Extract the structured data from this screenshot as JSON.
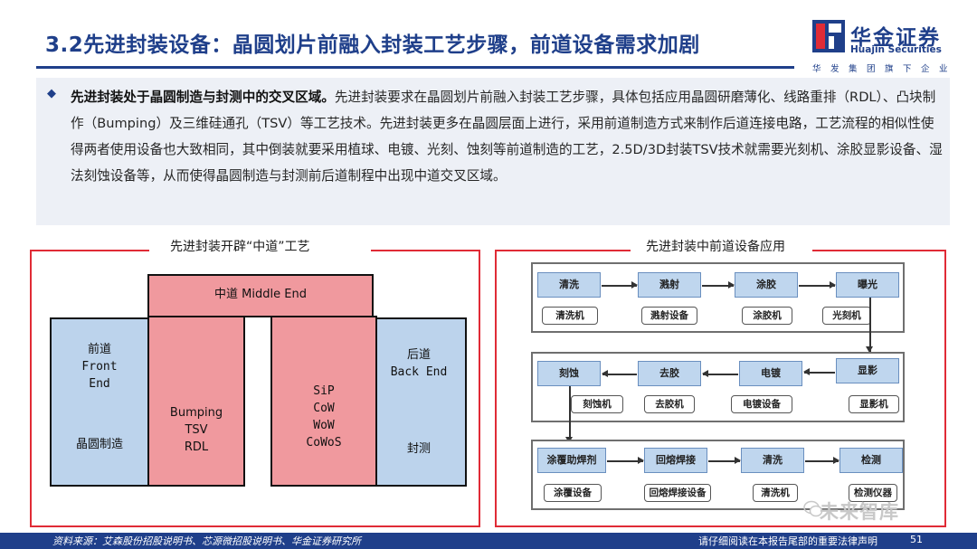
{
  "header": {
    "title": "3.2先进封装设备：晶圆划片前融入封装工艺步骤，前道设备需求加剧",
    "logo_cn": "华金证券",
    "logo_en": "Huajin Securities",
    "logo_sub": "华发集团旗下企业",
    "brand_color": "#1f3f8a",
    "logo_red": "#e02b36"
  },
  "summary": {
    "lead": "先进封装处于晶圆制造与封测中的交叉区域。",
    "body": "先进封装要求在晶圆划片前融入封装工艺步骤，具体包括应用晶圆研磨薄化、线路重排（RDL）、凸块制作（Bumping）及三维硅通孔（TSV）等工艺技术。先进封装更多在晶圆层面上进行，采用前道制造方式来制作后道连接电路，工艺流程的相似性使得两者使用设备也大致相同，其中倒装就要采用植球、电镀、光刻、蚀刻等前道制造的工艺，2.5D/3D封装TSV技术就需要光刻机、涂胶显影设备、湿法刻蚀设备等，从而使得晶圆制造与封测前后道制程中出现中道交叉区域。"
  },
  "left_panel": {
    "title": "先进封装开辟“中道”工艺",
    "middle_top": "中道 Middle End",
    "front_cn": "前道",
    "front_en_1": "Front",
    "front_en_2": "End",
    "front_sub": "晶圆制造",
    "middle_left_1": "Bumping",
    "middle_left_2": "TSV",
    "middle_left_3": "RDL",
    "middle_right_1": "SiP",
    "middle_right_2": "CoW",
    "middle_right_3": "WoW",
    "middle_right_4": "CoWoS",
    "back_cn": "后道",
    "back_en": "Back End",
    "back_sub": "封测",
    "color_blue": "#bcd3ec",
    "color_pink": "#f0999e"
  },
  "right_panel": {
    "title": "先进封装中前道设备应用",
    "row1": {
      "steps": [
        "清洗",
        "溅射",
        "涂胶",
        "曝光"
      ],
      "equipment": [
        "清洗机",
        "溅射设备",
        "涂胶机",
        "光刻机"
      ]
    },
    "row2": {
      "steps": [
        "刻蚀",
        "去胶",
        "电镀",
        "显影"
      ],
      "equipment": [
        "刻蚀机",
        "去胶机",
        "电镀设备",
        "显影机"
      ]
    },
    "row3": {
      "steps": [
        "涂覆助焊剂",
        "回熔焊接",
        "清洗",
        "检测"
      ],
      "equipment": [
        "涂覆设备",
        "回熔焊接设备",
        "清洗机",
        "检测仪器"
      ]
    }
  },
  "footer": {
    "source": "资料来源：艾森股份招股说明书、芯源微招股说明书、华金证券研究所",
    "disclaimer": "请仔细阅读在本报告尾部的重要法律声明",
    "page": "51",
    "watermark": "未来智库"
  }
}
